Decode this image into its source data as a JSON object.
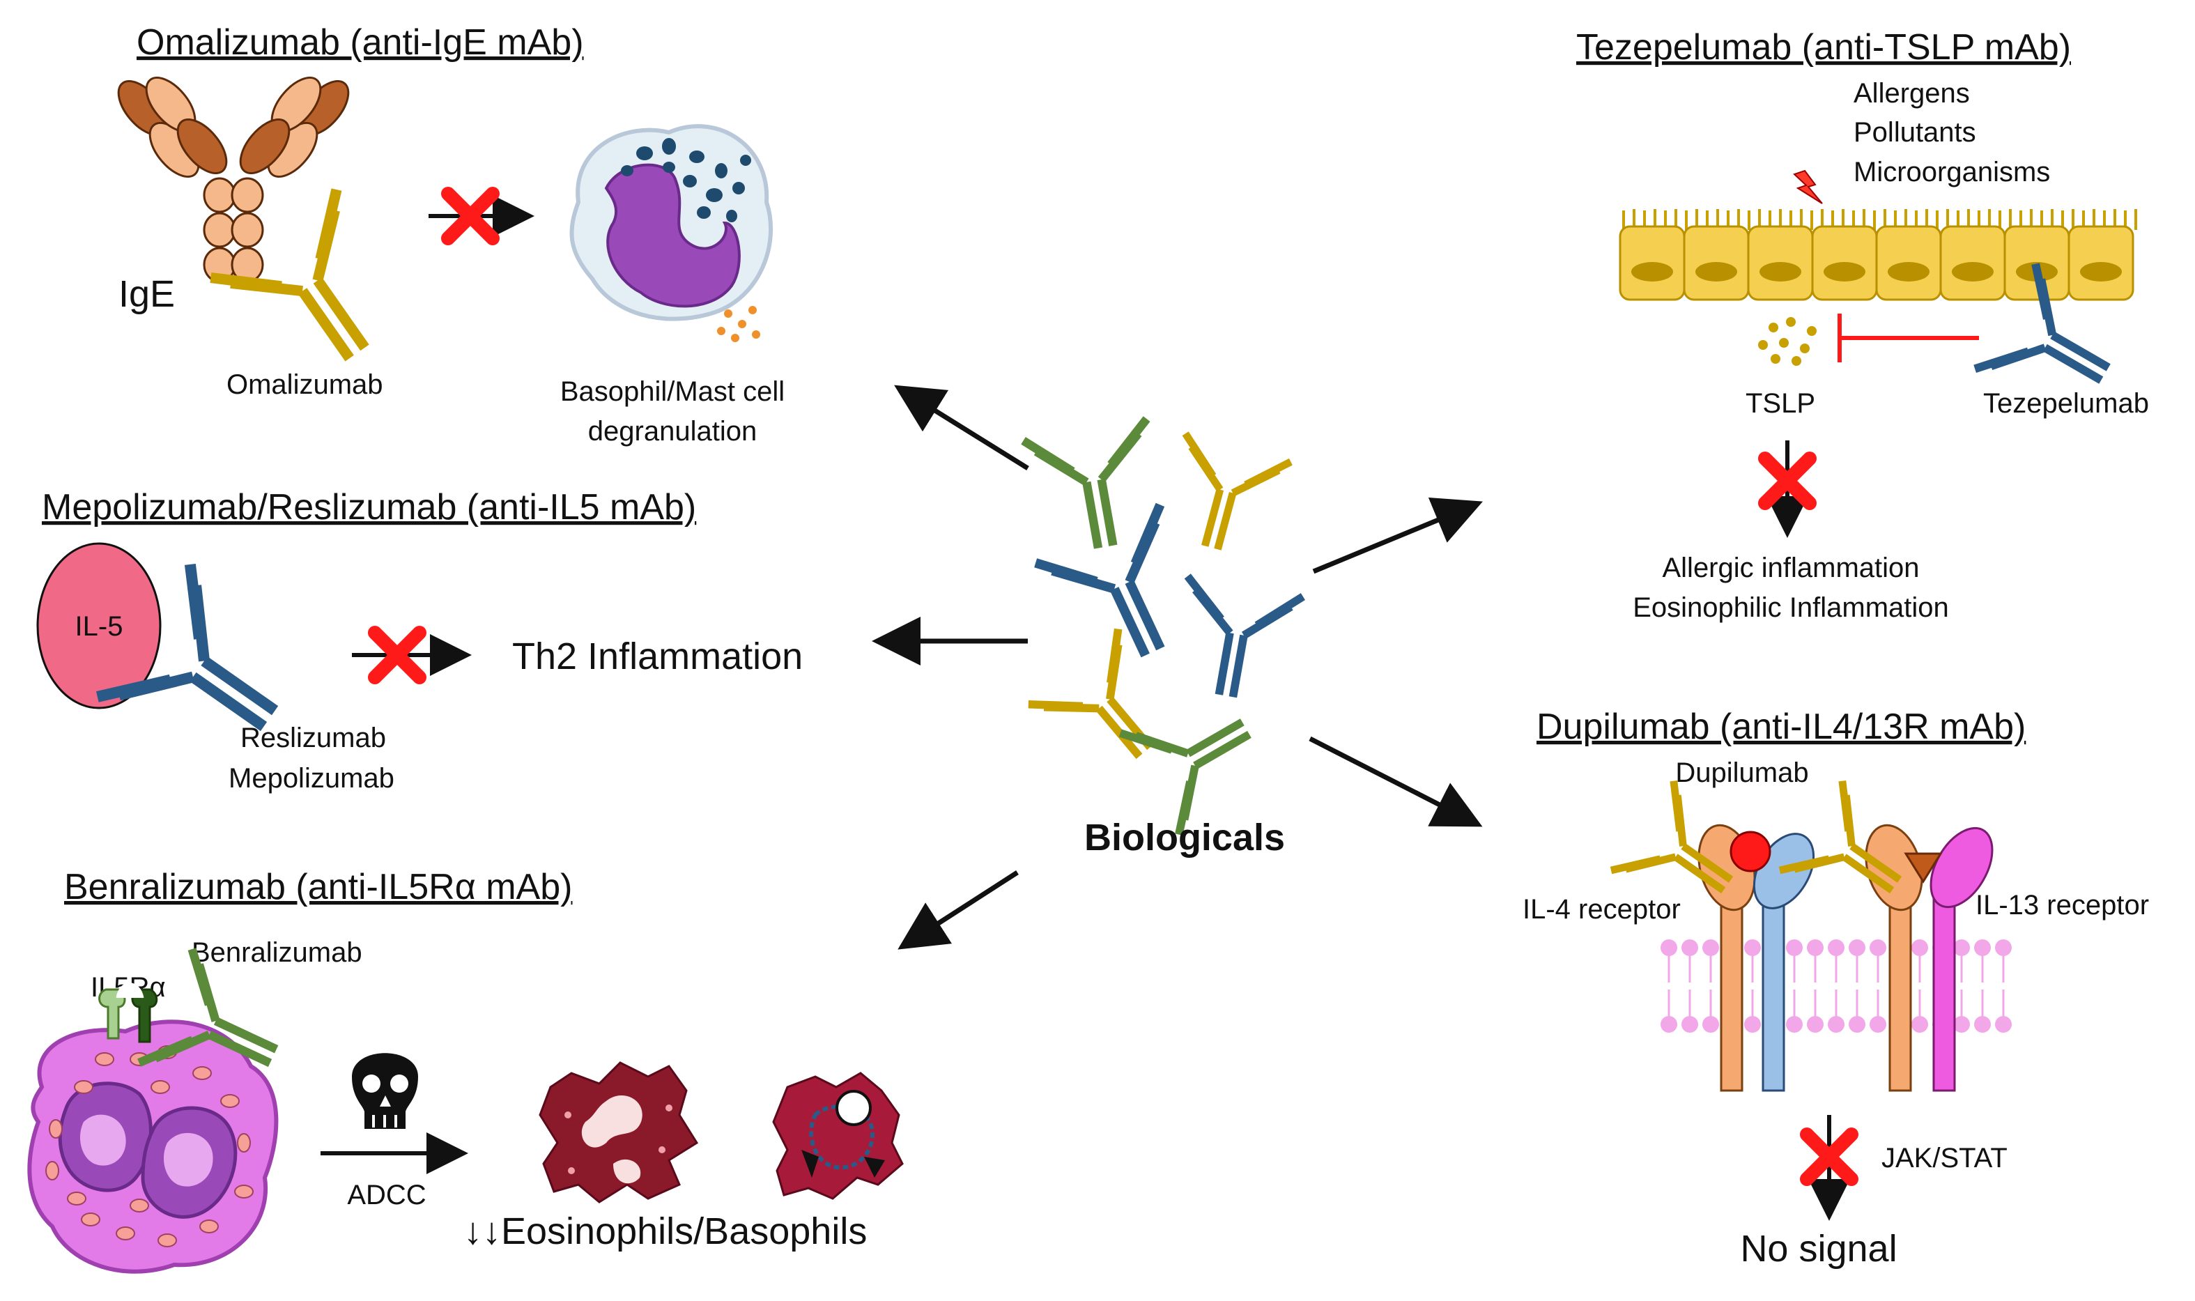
{
  "omalizumab": {
    "title": "Omalizumab (anti-IgE mAb)",
    "ige_label": "IgE",
    "drug_label": "Omalizumab",
    "effect_line1": "Basophil/Mast cell",
    "effect_line2": "degranulation"
  },
  "mepolizumab": {
    "title": "Mepolizumab/Reslizumab (anti-IL5 mAb)",
    "il5_label": "IL-5",
    "drug_line1": "Reslizumab",
    "drug_line2": "Mepolizumab",
    "effect": "Th2 Inflammation"
  },
  "benralizumab": {
    "title": "Benralizumab (anti-IL5Rα mAb)",
    "drug_label": "Benralizumab",
    "receptor_label": "IL5Rα",
    "mechanism": "ADCC",
    "effect": "↓↓Eosinophils/Basophils"
  },
  "center": {
    "label": "Biologicals"
  },
  "tezepelumab": {
    "title": "Tezepelumab (anti-TSLP mAb)",
    "triggers": [
      "Allergens",
      "Pollutants",
      "Microorganisms"
    ],
    "tslp_label": "TSLP",
    "drug_label": "Tezepelumab",
    "effect_line1": "Allergic inflammation",
    "effect_line2": "Eosinophilic Inflammation"
  },
  "dupilumab": {
    "title": "Dupilumab (anti-IL4/13R mAb)",
    "drug_label": "Dupilumab",
    "il4_label": "IL-4 receptor",
    "il13_label": "IL-13 receptor",
    "pathway": "JAK/STAT",
    "effect": "No signal"
  },
  "colors": {
    "gold": "#c8a000",
    "blue": "#2a5a88",
    "green": "#5a8a3a",
    "red": "#ff1a1a",
    "pink": "#f06a88",
    "purple": "#9a4ab8",
    "membrane": "#f2a8e8"
  }
}
